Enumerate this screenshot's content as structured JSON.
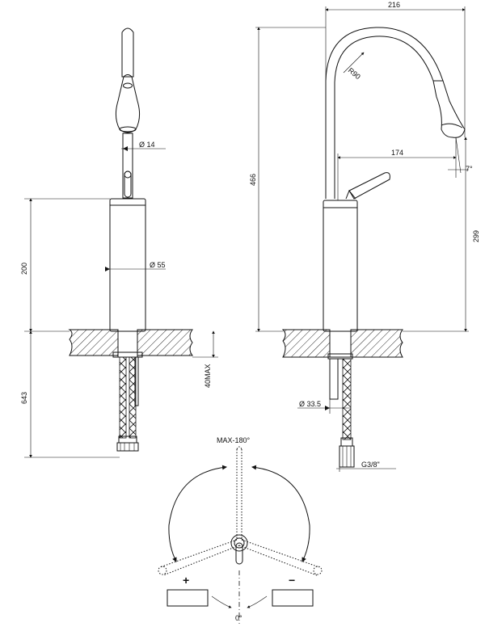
{
  "dimensions": {
    "diameter_14": "Ø 14",
    "diameter_55": "Ø 55",
    "height_200": "200",
    "height_643": "643",
    "max_40": "40MAX",
    "width_216": "216",
    "radius_90": "R90",
    "reach_174": "174",
    "angle_7": "7°",
    "height_466": "466",
    "height_299": "299",
    "diameter_33_5": "Ø 33.5",
    "thread_g38": "G3/8\""
  },
  "rotation": {
    "max_label": "MAX-180°",
    "zero_label": "0°",
    "plus_sign": "+",
    "minus_sign": "−"
  },
  "colors": {
    "line": "#111111",
    "background": "#ffffff",
    "fill_white": "#ffffff"
  }
}
